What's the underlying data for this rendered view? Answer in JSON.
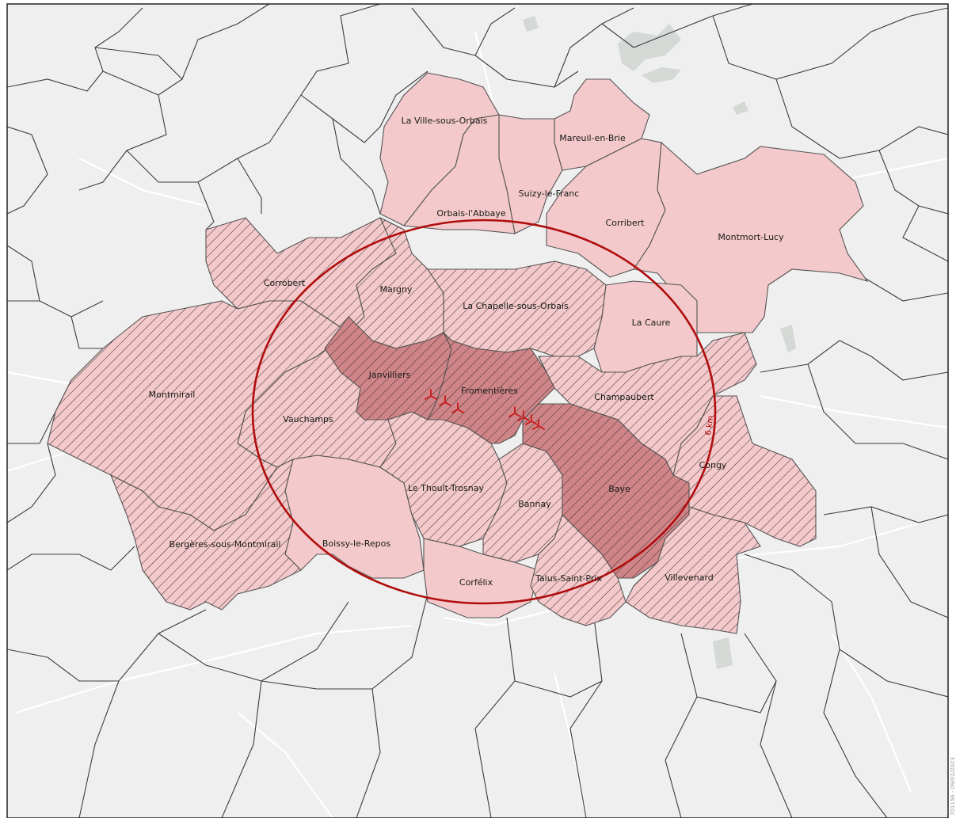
{
  "map": {
    "colors": {
      "background": "#ededed",
      "outer_commune_fill": "#efefef",
      "outer_border": "#3c3c3c",
      "road": "#ffffff",
      "water": "#d4d9d6",
      "commune_light": "#f3c9cb",
      "commune_medium": "#eab5b8",
      "commune_dark": "#cf8588",
      "hatch": "#3a2a2a",
      "buffer_circle": "#b00d0d",
      "turbine": "#c81818"
    },
    "buffer": {
      "label": "6 km"
    },
    "stamp": "701156 - 09/02/2023",
    "communes": [
      {
        "name": "La Ville-sous-Orbais",
        "category": "light",
        "hatched": false
      },
      {
        "name": "Mareuil-en-Brie",
        "category": "light",
        "hatched": false
      },
      {
        "name": "Suizy-le-Franc",
        "category": "light",
        "hatched": false
      },
      {
        "name": "Orbais-l'Abbaye",
        "category": "light",
        "hatched": false
      },
      {
        "name": "Corribert",
        "category": "light",
        "hatched": false
      },
      {
        "name": "Montmort-Lucy",
        "category": "light",
        "hatched": false
      },
      {
        "name": "Corrobert",
        "category": "light",
        "hatched": true
      },
      {
        "name": "Margny",
        "category": "light",
        "hatched": true
      },
      {
        "name": "La Chapelle-sous-Orbais",
        "category": "light",
        "hatched": true
      },
      {
        "name": "La Caure",
        "category": "light",
        "hatched": false
      },
      {
        "name": "Janvilliers",
        "category": "dark",
        "hatched": true
      },
      {
        "name": "Fromentières",
        "category": "dark",
        "hatched": true
      },
      {
        "name": "Champaubert",
        "category": "light",
        "hatched": true
      },
      {
        "name": "Montmirail",
        "category": "light",
        "hatched": true
      },
      {
        "name": "Vauchamps",
        "category": "light",
        "hatched": true
      },
      {
        "name": "Congy",
        "category": "light",
        "hatched": true
      },
      {
        "name": "Le Thoult-Trosnay",
        "category": "light",
        "hatched": true
      },
      {
        "name": "Bannay",
        "category": "light",
        "hatched": true
      },
      {
        "name": "Baye",
        "category": "dark",
        "hatched": true
      },
      {
        "name": "Bergères-sous-Montmirail",
        "category": "light",
        "hatched": true
      },
      {
        "name": "Boissy-le-Repos",
        "category": "light",
        "hatched": false
      },
      {
        "name": "Corfélix",
        "category": "light",
        "hatched": false
      },
      {
        "name": "Talus-Saint-Prix",
        "category": "light",
        "hatched": true
      },
      {
        "name": "Villevenard",
        "category": "light",
        "hatched": true
      }
    ],
    "turbine_count": 7
  }
}
